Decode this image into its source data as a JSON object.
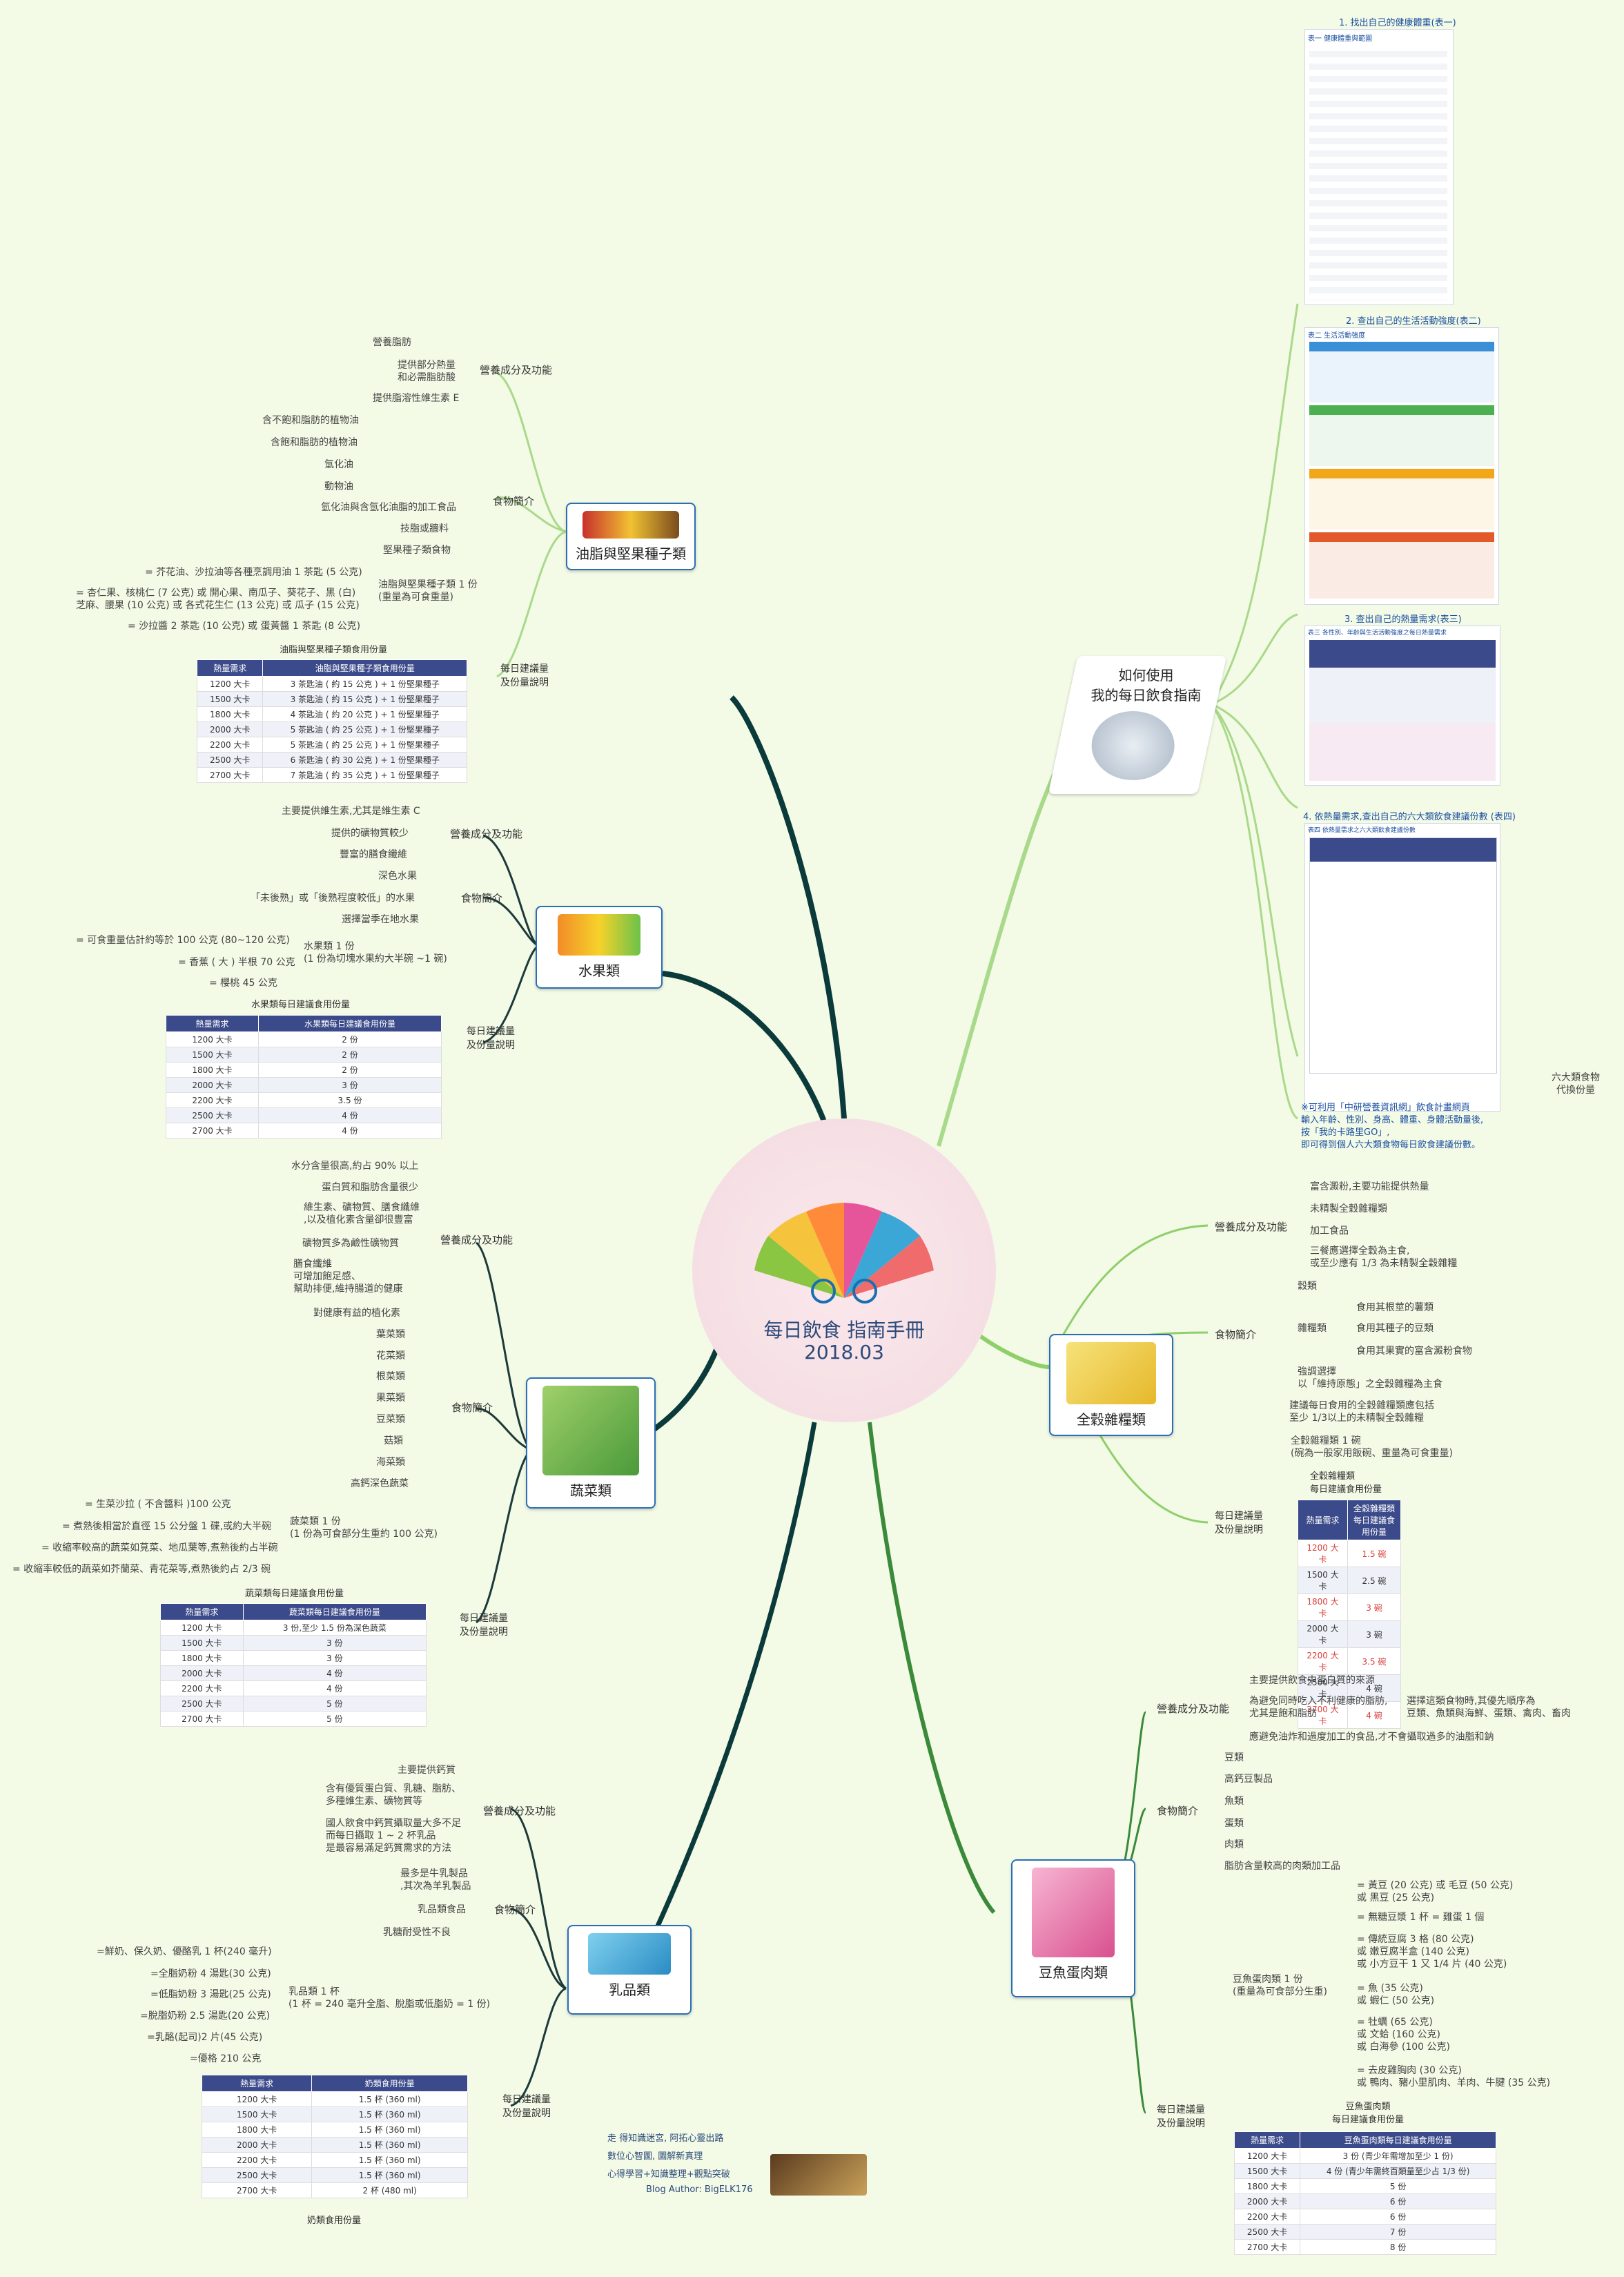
{
  "center": {
    "title": "每日飲食 指南手冊",
    "date": "2018.03"
  },
  "guide": {
    "title": "如何使用\n我的每日飲食指南",
    "step1": "1. 找出自己的健康體重(表一)",
    "step1_table": "表一 健康體重與範圍",
    "step2": "2. 查出自己的生活活動強度(表二)",
    "step2_table": "表二 生活活動強度",
    "step3": "3. 查出自己的熱量需求(表三)",
    "step3_table": "表三 各性別、年齡與生活活動強度之每日熱量需求",
    "step4": "4. 依熱量需求,查出自己的六大類飲食建議份數 (表四)",
    "step4_table": "表四 依熱量需求之六大類飲食建議份數",
    "six_label": "六大類食物\n代換份量",
    "tip": "※可利用「中研營養資訊網」飲食計畫網頁\n輸入年齡、性別、身高、體重、身體活動量後,\n按「我的卡路里GO」,\n即可得到個人六大類食物每日飲食建議份數。"
  },
  "oil": {
    "title": "油脂與堅果種子類",
    "nutrition": "營養成分及功能",
    "nutrition_items": [
      "營養脂肪",
      "提供部分熱量\n和必需脂肪酸",
      "提供脂溶性維生素 E"
    ],
    "intro": "食物簡介",
    "intro_items": [
      "含不飽和脂肪的植物油",
      "含飽和脂肪的植物油",
      "氫化油",
      "動物油",
      "氫化油與含氫化油脂的加工食品",
      "技脂或牆料",
      "堅果種子類食物"
    ],
    "advice": "每日建議量\n及份量說明",
    "serving": "油脂與堅果種子類 1 份\n(重量為可食重量)",
    "serving_items": [
      "= 芥花油、沙拉油等各種烹調用油 1 茶匙 (5 公克)",
      "= 杏仁果、核桃仁 (7 公克) 或 開心果、南瓜子、葵花子、黑 (白)\n芝麻、腰果 (10 公克) 或 各式花生仁 (13 公克) 或 瓜子 (15 公克)",
      "= 沙拉醬 2 茶匙 (10 公克) 或 蛋黃醬 1 茶匙 (8 公克)"
    ],
    "table_caption": "油脂與堅果種子類食用份量",
    "table_headers": [
      "熱量需求",
      "油脂與堅果種子類食用份量"
    ],
    "table_rows": [
      [
        "1200 大卡",
        "3 茶匙油 ( 約 15 公克 ) + 1 份堅果種子"
      ],
      [
        "1500 大卡",
        "3 茶匙油 ( 約 15 公克 ) + 1 份堅果種子"
      ],
      [
        "1800 大卡",
        "4 茶匙油 ( 約 20 公克 ) + 1 份堅果種子"
      ],
      [
        "2000 大卡",
        "5 茶匙油 ( 約 25 公克 ) + 1 份堅果種子"
      ],
      [
        "2200 大卡",
        "5 茶匙油 ( 約 25 公克 ) + 1 份堅果種子"
      ],
      [
        "2500 大卡",
        "6 茶匙油 ( 約 30 公克 ) + 1 份堅果種子"
      ],
      [
        "2700 大卡",
        "7 茶匙油 ( 約 35 公克 ) + 1 份堅果種子"
      ]
    ]
  },
  "fruit": {
    "title": "水果類",
    "nutrition": "營養成分及功能",
    "nutrition_items": [
      "主要提供維生素,尤其是維生素 C",
      "提供的礦物質較少",
      "豐富的膳食纖維"
    ],
    "intro": "食物簡介",
    "intro_items": [
      "深色水果",
      "「未後熟」或「後熟程度較低」的水果",
      "選擇當季在地水果"
    ],
    "advice": "每日建議量\n及份量說明",
    "serving": "水果類 1 份\n(1 份為切塊水果約大半碗 ~1 碗)",
    "serving_items": [
      "= 可食重量估計約等於 100 公克 (80~120 公克)",
      "= 香蕉 ( 大 ) 半根 70 公克",
      "= 櫻桃 45 公克"
    ],
    "table_caption": "水果類每日建議食用份量",
    "table_headers": [
      "熱量需求",
      "水果類每日建議食用份量"
    ],
    "table_rows": [
      [
        "1200 大卡",
        "2 份"
      ],
      [
        "1500 大卡",
        "2 份"
      ],
      [
        "1800 大卡",
        "2 份"
      ],
      [
        "2000 大卡",
        "3 份"
      ],
      [
        "2200 大卡",
        "3.5 份"
      ],
      [
        "2500 大卡",
        "4 份"
      ],
      [
        "2700 大卡",
        "4 份"
      ]
    ]
  },
  "veg": {
    "title": "蔬菜類",
    "nutrition": "營養成分及功能",
    "nutrition_items": [
      "水分含量很高,約占 90% 以上",
      "蛋白質和脂肪含量很少",
      "維生素、礦物質、膳食纖維\n,以及植化素含量卻很豐富",
      "礦物質多為鹼性礦物質",
      "膳食纖維\n可增加飽足感、\n幫助排便,維持腸道的健康",
      "對健康有益的植化素"
    ],
    "intro": "食物簡介",
    "intro_items": [
      "葉菜類",
      "花菜類",
      "根菜類",
      "果菜類",
      "豆菜類",
      "菇類",
      "海菜類",
      "高鈣深色蔬菜"
    ],
    "advice": "每日建議量\n及份量說明",
    "serving": "蔬菜類 1 份\n(1 份為可食部分生重約 100 公克)",
    "serving_items": [
      "= 生菜沙拉 ( 不含醬料 )100 公克",
      "= 煮熟後相當於直徑 15 公分盤 1 碟,或約大半碗",
      "= 收縮率較高的蔬菜如莧菜、地瓜葉等,煮熟後約占半碗",
      "= 收縮率較低的蔬菜如芥蘭菜、青花菜等,煮熟後約占 2/3 碗"
    ],
    "table_caption": "蔬菜類每日建議食用份量",
    "table_headers": [
      "熱量需求",
      "蔬菜類每日建議食用份量"
    ],
    "table_rows": [
      [
        "1200 大卡",
        "3 份,至少 1.5 份為深色蔬菜"
      ],
      [
        "1500 大卡",
        "3 份"
      ],
      [
        "1800 大卡",
        "3 份"
      ],
      [
        "2000 大卡",
        "4 份"
      ],
      [
        "2200 大卡",
        "4 份"
      ],
      [
        "2500 大卡",
        "5 份"
      ],
      [
        "2700 大卡",
        "5 份"
      ]
    ]
  },
  "milk": {
    "title": "乳品類",
    "nutrition": "營養成分及功能",
    "nutrition_items": [
      "主要提供鈣質",
      "含有優質蛋白質、乳糖、脂肪、\n多種維生素、礦物質等",
      "國人飲食中鈣質攝取量大多不足\n而每日攝取 1 ~ 2 杯乳品\n是最容易滿足鈣質需求的方法"
    ],
    "intro": "食物簡介",
    "intro_items": [
      "最多是牛乳製品\n,其次為羊乳製品",
      "乳品類食品",
      "乳糖耐受性不良"
    ],
    "advice": "每日建議量\n及份量說明",
    "serving": "乳品類 1 杯\n(1 杯 = 240 毫升全脂、脫脂或低脂奶 = 1 份)",
    "serving_items": [
      "=鮮奶、保久奶、優酪乳 1 杯(240 毫升)",
      "=全脂奶粉 4 湯匙(30 公克)",
      "=低脂奶粉 3 湯匙(25 公克)",
      "=脫脂奶粉 2.5 湯匙(20 公克)",
      "=乳酪(起司)2 片(45 公克)",
      "=優格 210 公克"
    ],
    "table_caption": "奶類食用份量",
    "table_headers": [
      "熱量需求",
      "奶類食用份量"
    ],
    "table_rows": [
      [
        "1200 大卡",
        "1.5 杯 (360 ml)"
      ],
      [
        "1500 大卡",
        "1.5 杯 (360 ml)"
      ],
      [
        "1800 大卡",
        "1.5 杯 (360 ml)"
      ],
      [
        "2000 大卡",
        "1.5 杯 (360 ml)"
      ],
      [
        "2200 大卡",
        "1.5 杯 (360 ml)"
      ],
      [
        "2500 大卡",
        "1.5 杯 (360 ml)"
      ],
      [
        "2700 大卡",
        "2 杯 (480 ml)"
      ]
    ]
  },
  "grain": {
    "title": "全穀雜糧類",
    "nutrition": "營養成分及功能",
    "nutrition_items": [
      "富含澱粉,主要功能提供熱量",
      "未精製全穀雜糧類",
      "加工食品",
      "三餐應選擇全穀為主食,\n或至少應有 1/3 為未精製全穀雜糧"
    ],
    "intro": "食物簡介",
    "intro_items": [
      "穀類",
      "雜糧類",
      "食用其根莖的薯類",
      "食用其種子的豆類",
      "食用其果實的富含澱粉食物",
      "強調選擇\n以「維持原態」之全穀雜糧為主食"
    ],
    "advice": "每日建議量\n及份量說明",
    "advice_items": [
      "建議每日食用的全穀雜糧類應包括\n至少 1/3以上的未精製全穀雜糧",
      "全穀雜糧類 1 碗\n(碗為一般家用飯碗、重量為可食重量)"
    ],
    "table_caption": "全穀雜糧類\n每日建議食用份量",
    "table_headers": [
      "熱量需求",
      "全穀雜糧類\n每日建議食\n用份量"
    ],
    "table_rows": [
      [
        "1200 大卡",
        "1.5 碗"
      ],
      [
        "1500 大卡",
        "2.5 碗"
      ],
      [
        "1800 大卡",
        "3 碗"
      ],
      [
        "2000 大卡",
        "3 碗"
      ],
      [
        "2200 大卡",
        "3.5 碗"
      ],
      [
        "2500 大卡",
        "4 碗"
      ],
      [
        "2700 大卡",
        "4 碗"
      ]
    ]
  },
  "protein": {
    "title": "豆魚蛋肉類",
    "nutrition": "營養成分及功能",
    "nutrition_items": [
      "主要提供飲食中蛋白質的來源",
      "為避免同時吃入不利健康的脂肪,\n尤其是飽和脂肪",
      "選擇這類食物時,其優先順序為\n豆類、魚類與海鮮、蛋類、禽肉、畜肉",
      "應避免油炸和過度加工的食品,才不會攝取過多的油脂和鈉"
    ],
    "intro": "食物簡介",
    "intro_items": [
      "豆類",
      "高鈣豆製品",
      "魚類",
      "蛋類",
      "肉類",
      "脂肪含量較高的肉類加工品"
    ],
    "advice": "每日建議量\n及份量說明",
    "serving": "豆魚蛋肉類 1 份\n(重量為可食部分生重)",
    "serving_items": [
      "= 黃豆 (20 公克) 或 毛豆 (50 公克)\n或 黑豆 (25 公克)",
      "= 無糖豆漿 1 杯 = 雞蛋 1 個",
      "= 傳統豆腐 3 格 (80 公克)\n或 嫩豆腐半盒 (140 公克)\n或 小方豆干 1 又 1/4 片 (40 公克)",
      "= 魚 (35 公克)\n或 蝦仁 (50 公克)",
      "= 牡蠣 (65 公克)\n或 文蛤 (160 公克)\n或 白海參 (100 公克)",
      "= 去皮雞胸肉 (30 公克)\n或 鴨肉、豬小里肌肉、羊肉、牛腱 (35 公克)"
    ],
    "table_caption": "豆魚蛋肉類\n每日建議食用份量",
    "table_headers": [
      "熱量需求",
      "豆魚蛋肉類每日建議食用份量"
    ],
    "table_rows": [
      [
        "1200 大卡",
        "3 份 (青少年需增加至少 1 份)"
      ],
      [
        "1500 大卡",
        "4 份 (青少年需終百類量至少占 1/3 份)"
      ],
      [
        "1800 大卡",
        "5 份"
      ],
      [
        "2000 大卡",
        "6 份"
      ],
      [
        "2200 大卡",
        "6 份"
      ],
      [
        "2500 大卡",
        "7 份"
      ],
      [
        "2700 大卡",
        "8 份"
      ]
    ]
  },
  "footer": {
    "lines": [
      "走 得知識迷宮, 阿拓心靈出路",
      "數位心智圖, 圖解新真理",
      "心得學習+知識整理+觀點突破",
      "Blog Author: BigELK176"
    ]
  }
}
